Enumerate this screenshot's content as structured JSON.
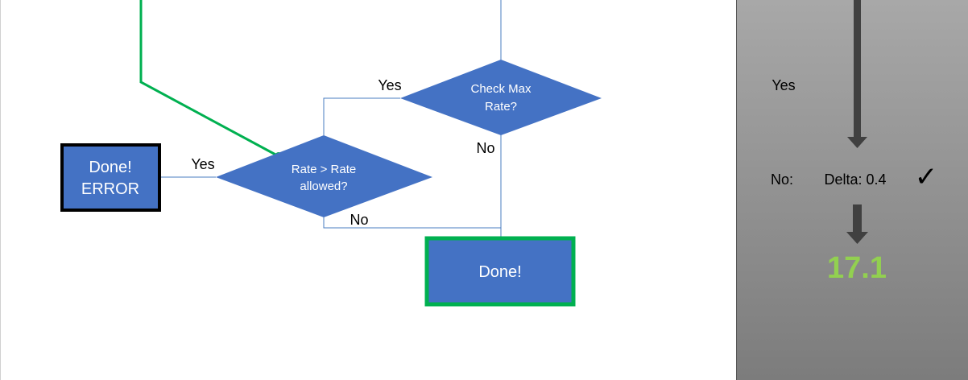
{
  "flowchart": {
    "nodes": {
      "done_error": {
        "line1": "Done!",
        "line2": "ERROR"
      },
      "rate_check": {
        "line1": "Rate > Rate",
        "line2": "allowed?"
      },
      "check_max": {
        "line1": "Check Max",
        "line2": "Rate?"
      },
      "done": {
        "label": "Done!"
      }
    },
    "edge_labels": {
      "rate_yes": "Yes",
      "rate_no": "No",
      "max_yes": "Yes",
      "max_no": "No"
    }
  },
  "side_panel": {
    "yes_label": "Yes",
    "no_label": "No:",
    "delta_text": "Delta: 0.4",
    "check_mark": "✓",
    "result_value": "17.1"
  },
  "colors": {
    "node_fill": "#4472c4",
    "connector": "#4a7cc0",
    "highlight_green": "#00b050",
    "result_green": "#92d050",
    "panel_gray": "#8c8c8c",
    "arrow_dark": "#404040"
  }
}
